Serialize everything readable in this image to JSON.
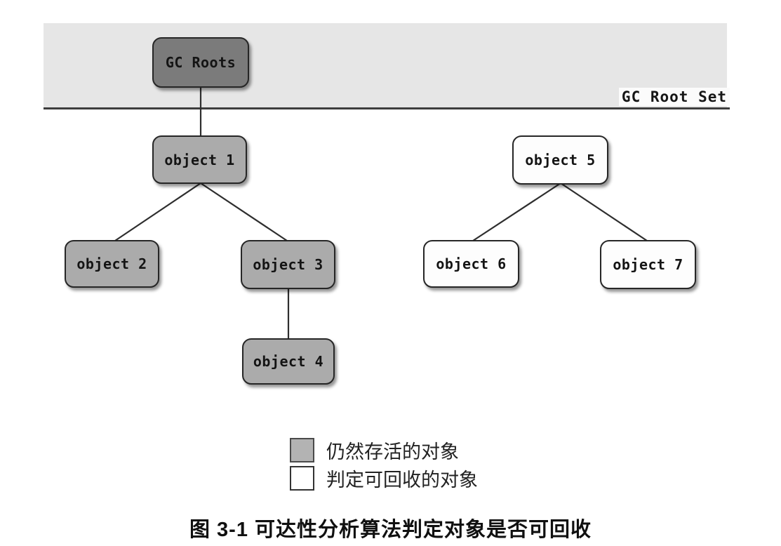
{
  "figure": {
    "band": {
      "label": "GC Root Set",
      "background": "#e6e6e6",
      "separator_color": "#3d3d3d"
    },
    "nodes": {
      "gc_roots": {
        "label": "GC Roots",
        "state": "root",
        "fill": "#7b7b7b"
      },
      "object1": {
        "label": "object 1",
        "state": "alive",
        "fill": "#ababab"
      },
      "object2": {
        "label": "object 2",
        "state": "alive",
        "fill": "#ababab"
      },
      "object3": {
        "label": "object 3",
        "state": "alive",
        "fill": "#ababab"
      },
      "object4": {
        "label": "object 4",
        "state": "alive",
        "fill": "#ababab"
      },
      "object5": {
        "label": "object 5",
        "state": "recyclable",
        "fill": "#fdfdfd"
      },
      "object6": {
        "label": "object 6",
        "state": "recyclable",
        "fill": "#fdfdfd"
      },
      "object7": {
        "label": "object 7",
        "state": "recyclable",
        "fill": "#fdfdfd"
      }
    },
    "edges": [
      {
        "from": "gc_roots",
        "to": "object1"
      },
      {
        "from": "object1",
        "to": "object2"
      },
      {
        "from": "object1",
        "to": "object3"
      },
      {
        "from": "object3",
        "to": "object4"
      },
      {
        "from": "object5",
        "to": "object6"
      },
      {
        "from": "object5",
        "to": "object7"
      }
    ],
    "legend": {
      "alive": {
        "label": "仍然存活的对象",
        "swatch_color": "#b3b3b3"
      },
      "recyclable": {
        "label": "判定可回收的对象",
        "swatch_color": "#ffffff"
      }
    },
    "caption": "图  3-1  可达性分析算法判定对象是否可回收"
  }
}
